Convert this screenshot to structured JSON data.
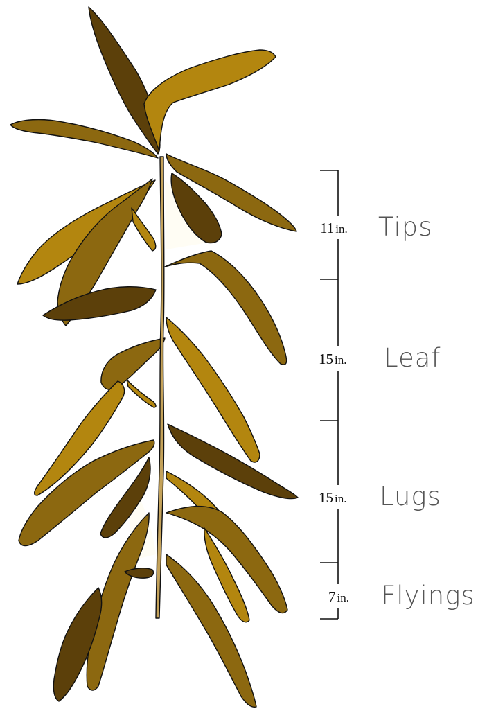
{
  "colors": {
    "leaf_light": "#B3860F",
    "leaf_mid": "#8C6810",
    "leaf_dark": "#5C400A",
    "stalk": "#C4A25A",
    "shadow": "#FFFDF4"
  },
  "sections": [
    {
      "value": "11",
      "unit": "in.",
      "name": "Tips"
    },
    {
      "value": "15",
      "unit": "in.",
      "name": "Leaf"
    },
    {
      "value": "15",
      "unit": "in.",
      "name": "Lugs"
    },
    {
      "value": "7",
      "unit": "in.",
      "name": "Flyings"
    }
  ]
}
